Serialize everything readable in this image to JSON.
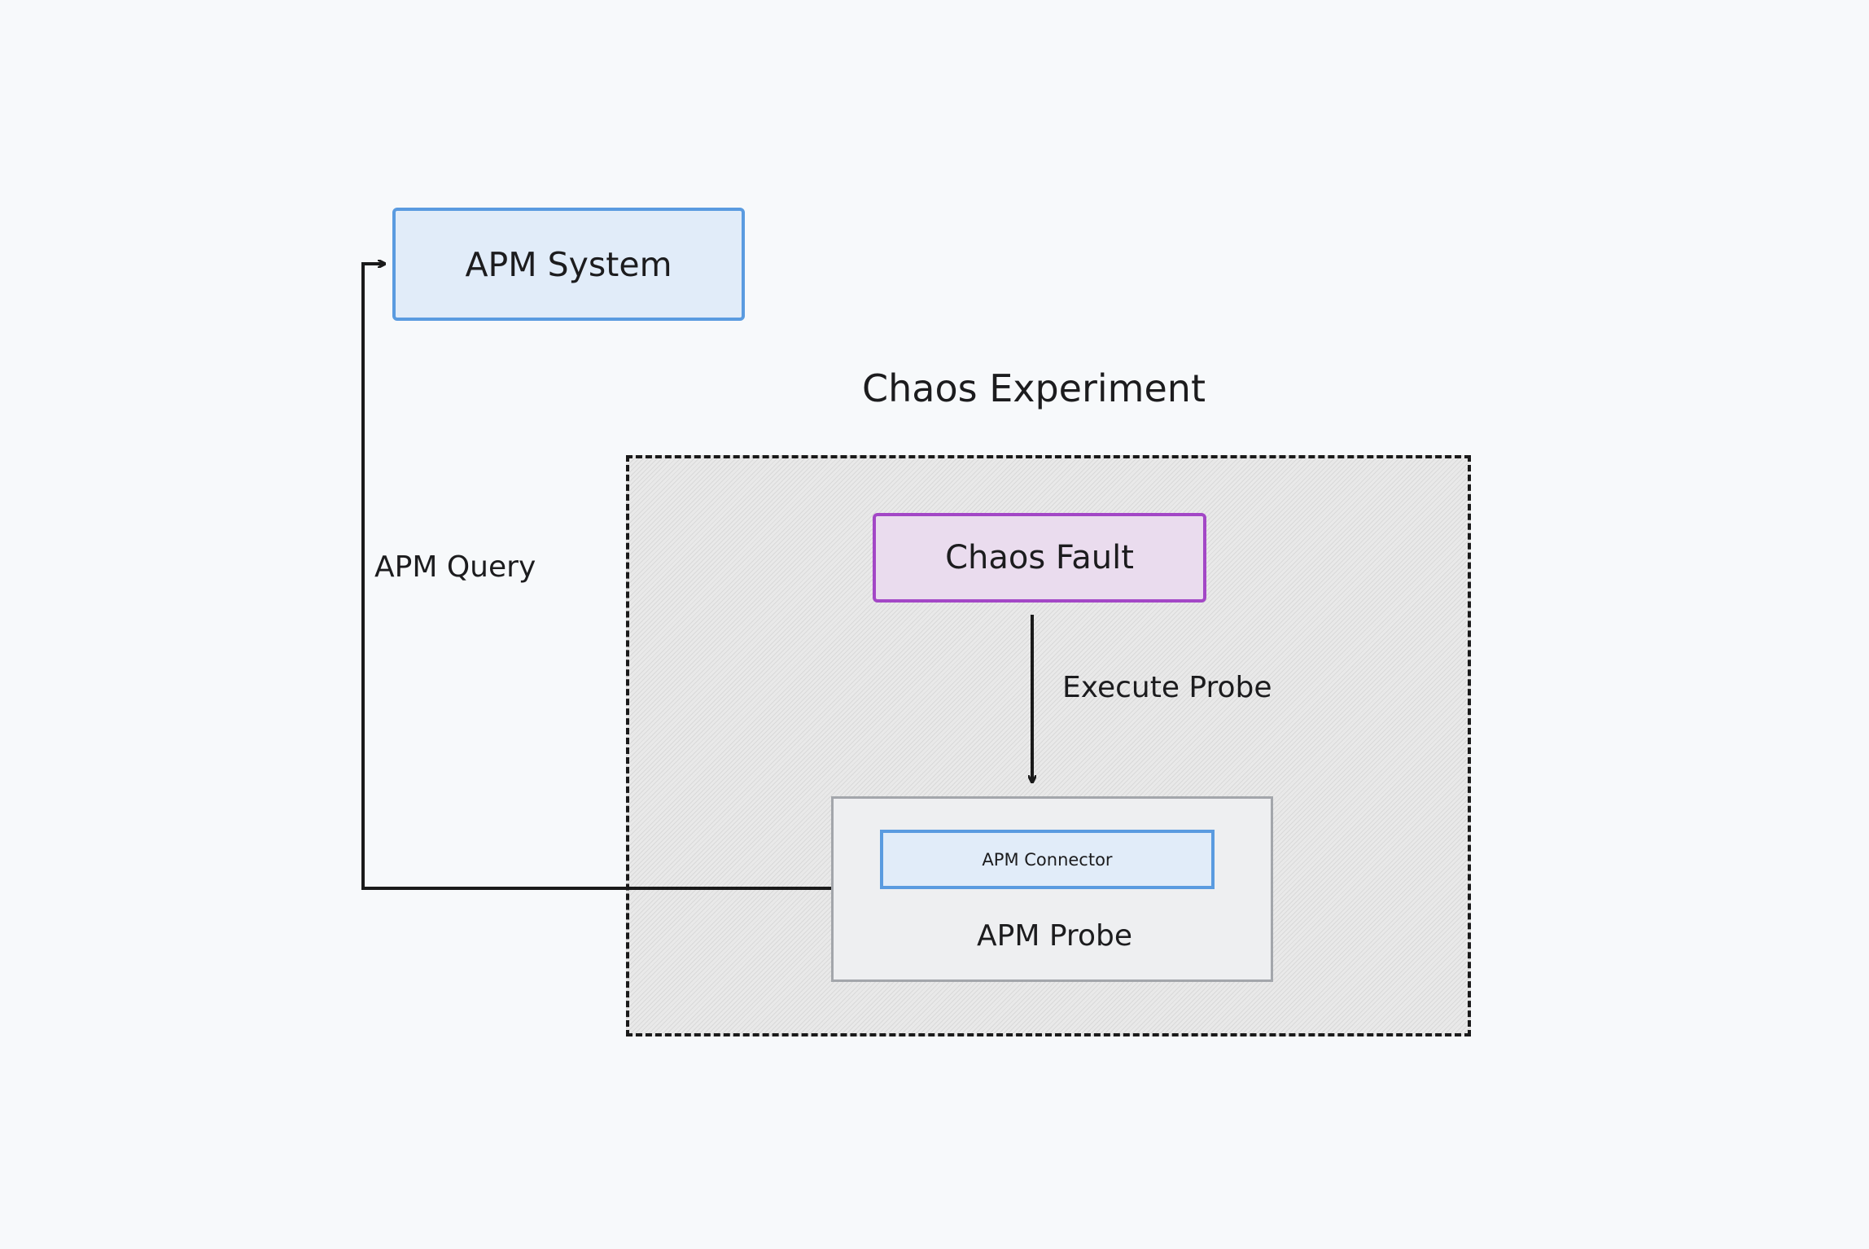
{
  "diagram": {
    "nodes": {
      "apm_system": "APM System",
      "chaos_fault": "Chaos Fault",
      "apm_connector": "APM Connector",
      "apm_probe": "APM Probe"
    },
    "groups": {
      "chaos_experiment": "Chaos Experiment"
    },
    "edges": {
      "execute_probe": "Execute Probe",
      "apm_query": "APM Query"
    },
    "colors": {
      "background": "#f7f9fb",
      "apm_box_fill": "#e1ecf9",
      "apm_box_border": "#5a9be0",
      "fault_fill": "#eadcee",
      "fault_border": "#a347c6",
      "probe_fill": "#eeeff1",
      "probe_border": "#a3a6ab",
      "line": "#1a1a1a"
    }
  }
}
